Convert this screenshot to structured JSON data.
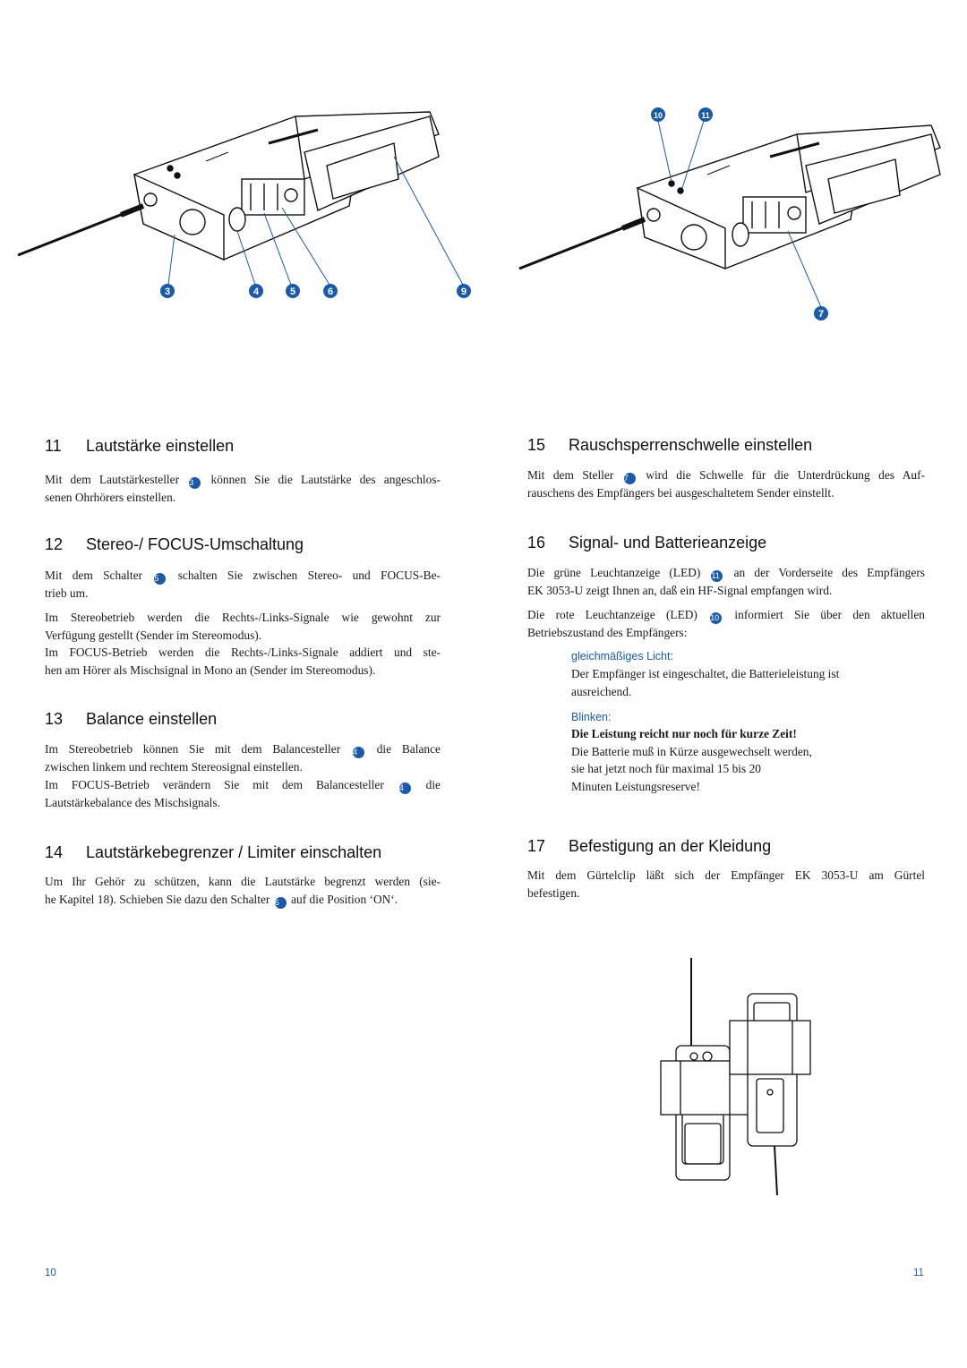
{
  "figures": {
    "left_callouts": [
      "3",
      "4",
      "5",
      "6",
      "9"
    ],
    "right_callouts": [
      "10",
      "11",
      "7"
    ]
  },
  "sections": {
    "s11": {
      "number": "11",
      "title": "Lautstärke einstellen",
      "line1_a": "Mit dem Lautstärkesteller",
      "line1_badge": "3",
      "line1_b": "können Sie die Lautstärke des angeschlos-",
      "line2": "senen Ohrhörers einstellen."
    },
    "s12": {
      "number": "12",
      "title": "Stereo-/ FOCUS-Umschaltung",
      "p1_line1_a": "Mit dem Schalter",
      "p1_line1_badge": "5",
      "p1_line1_b": "schalten Sie zwischen Stereo- und FOCUS-Be-",
      "p1_line2": "trieb um.",
      "p2_line1": "Im Stereobetrieb werden die Rechts-/Links-Signale wie gewohnt zur",
      "p2_line2": "Verfügung gestellt (Sender im Stereomodus).",
      "p2_line3": "Im FOCUS-Betrieb werden die Rechts-/Links-Signale addiert und ste-",
      "p2_line4": "hen am Hörer als Mischsignal in Mono an (Sender im Stereomodus)."
    },
    "s13": {
      "number": "13",
      "title": "Balance einstellen",
      "line1_a": "Im Stereobetrieb können Sie mit dem Balancesteller",
      "line1_badge": "4",
      "line1_b": "die Balance",
      "line2": "zwischen linkem und rechtem Stereosignal einstellen.",
      "line3_a": "Im FOCUS-Betrieb verändern Sie mit dem Balancesteller",
      "line3_badge": "4",
      "line3_b": "die",
      "line4": "Lautstärkebalance des Mischsignals."
    },
    "s14": {
      "number": "14",
      "title": "Lautstärkebegrenzer / Limiter einschalten",
      "line1": "Um Ihr Gehör zu schützen, kann die Lautstärke begrenzt werden (sie-",
      "line2_a": "he Kapitel 18). Schieben Sie dazu den Schalter",
      "line2_badge": "6",
      "line2_b": "auf die Position ‘ON‘."
    },
    "s15": {
      "number": "15",
      "title": "Rauschsperrenschwelle einstellen",
      "line1_a": "Mit dem Steller",
      "line1_badge": "7",
      "line1_b": "wird die Schwelle für die Unterdrückung des Auf-",
      "line2": "rauschens des Empfängers bei ausgeschaltetem Sender einstellt."
    },
    "s16": {
      "number": "16",
      "title": "Signal- und Batterieanzeige",
      "p1_line1_a": "Die grüne Leuchtanzeige (LED)",
      "p1_line1_badge": "11",
      "p1_line1_b": "an der Vorderseite des Empfängers",
      "p1_line2": "EK 3053-U zeigt Ihnen an, daß ein HF-Signal empfangen wird.",
      "p2_line1_a": "Die rote Leuchtanzeige (LED)",
      "p2_line1_badge": "10",
      "p2_line1_b": "informiert Sie über den aktuellen",
      "p2_line2": "Betriebszustand des Empfängers:",
      "steady_label": "gleichmäßiges Licht:",
      "steady_line1": "Der Empfänger ist eingeschaltet, die Batterieleistung ist",
      "steady_line2": "ausreichend.",
      "blink_label": "Blinken:",
      "blink_bold": "Die Leistung reicht nur noch für kurze Zeit!",
      "blink_line1": "Die Batterie muß in Kürze ausgewechselt werden,",
      "blink_line2": "sie hat jetzt noch für maximal 15 bis 20",
      "blink_line3": "Minuten Leistungsreserve!"
    },
    "s17": {
      "number": "17",
      "title": "Befestigung an der Kleidung",
      "line1": "Mit dem Gürtelclip läßt sich der Empfänger EK 3053-U am Gürtel",
      "line2": "befestigen."
    }
  },
  "page_numbers": {
    "left": "10",
    "right": "11"
  },
  "colors": {
    "accent": "#1c5aa6",
    "text": "#1a1a1a"
  }
}
